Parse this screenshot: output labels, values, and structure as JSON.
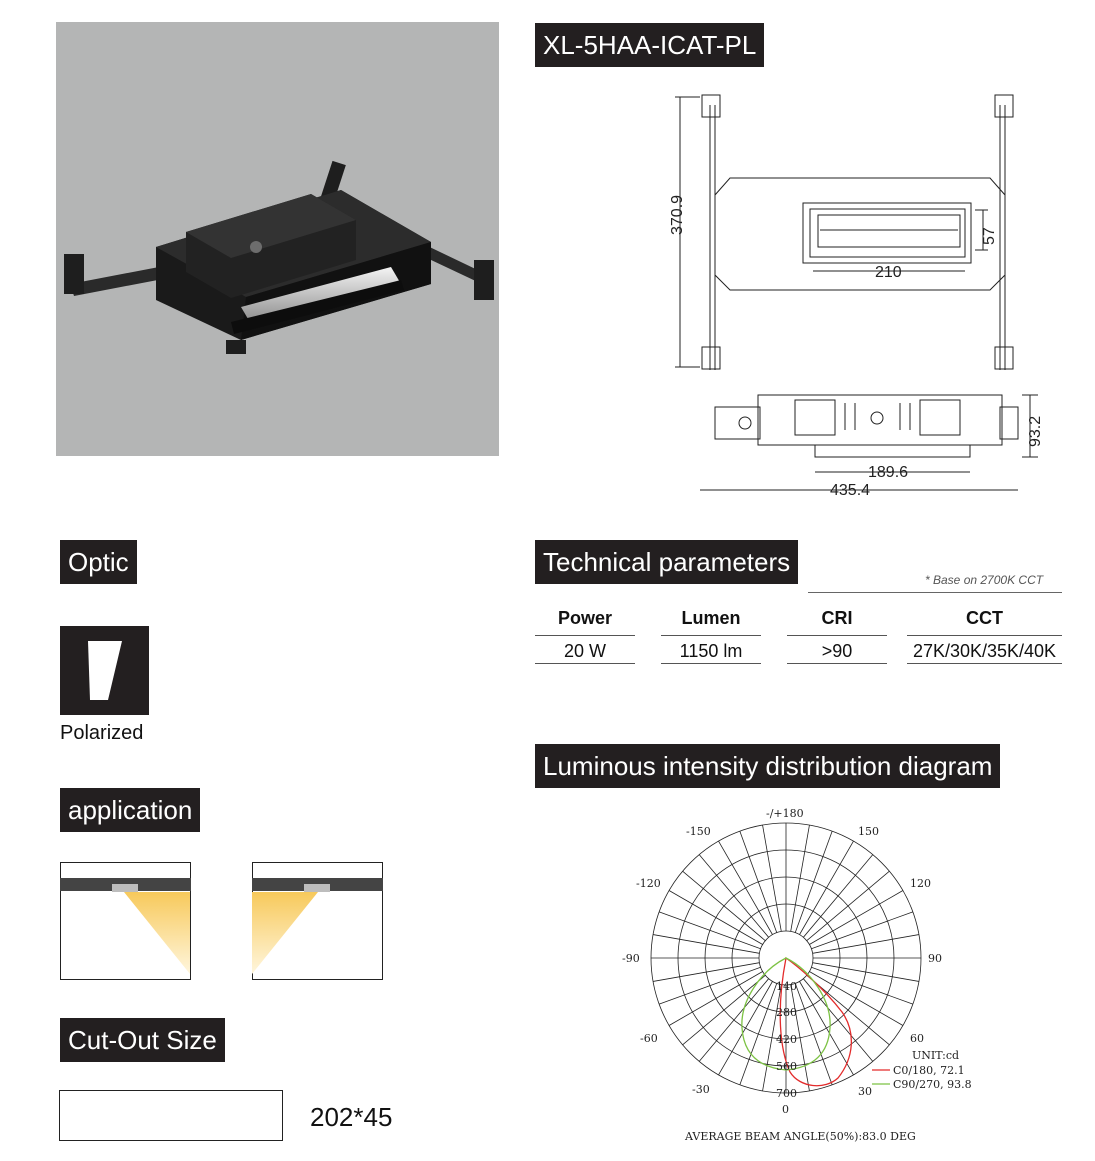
{
  "product": {
    "model": "XL-5HAA-ICAT-PL"
  },
  "drawing": {
    "dims": [
      "370.9",
      "57",
      "210",
      "93.2",
      "189.6",
      "435.4"
    ]
  },
  "sections": {
    "optic": "Optic",
    "application": "application",
    "cutout": "Cut-Out Size",
    "tech": "Technical parameters",
    "lid": "Luminous intensity distribution diagram"
  },
  "optic": {
    "label": "Polarized"
  },
  "cutout": {
    "value": "202*45"
  },
  "tech": {
    "note": "* Base on 2700K CCT",
    "headers": [
      "Power",
      "Lumen",
      "CRI",
      "CCT"
    ],
    "values": [
      "20 W",
      "1150 lm",
      ">90",
      "27K/30K/35K/40K"
    ]
  },
  "polar": {
    "angle_labels": [
      "-/+180",
      "-150",
      "150",
      "-120",
      "120",
      "-90",
      "90",
      "-60",
      "60",
      "-30",
      "30",
      "0"
    ],
    "radial_labels": [
      "140",
      "280",
      "420",
      "560",
      "700"
    ],
    "unit": "UNIT:cd",
    "legend": [
      "C0/180, 72.1",
      "C90/270, 93.8"
    ],
    "legend_colors": [
      "#e32b2b",
      "#7cc243"
    ],
    "footer": "AVERAGE BEAM ANGLE(50%):83.0 DEG"
  }
}
